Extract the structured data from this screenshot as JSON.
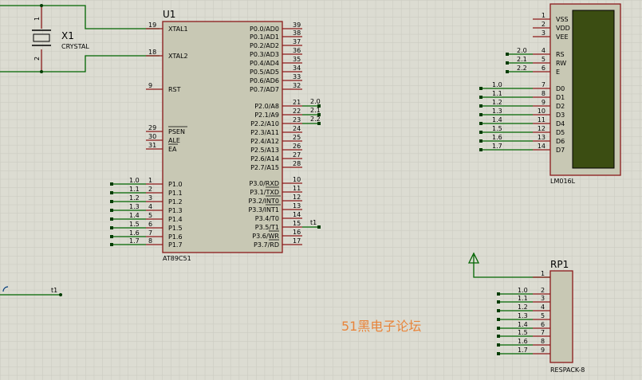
{
  "watermark": "51黑电子论坛",
  "colors": {
    "grid": "#c9c9bf",
    "pin": "#8b1a1a",
    "wire": "#006400",
    "body": "#c8c8b4",
    "lcd": "#3b4d12",
    "dot": "#003c00"
  },
  "crystal": {
    "ref": "X1",
    "value": "CRYSTAL",
    "pin1": "1",
    "pin2": "2"
  },
  "mcu": {
    "ref": "U1",
    "part": "AT89C51",
    "left_pins": [
      {
        "num": "19",
        "name": "XTAL1"
      },
      {
        "num": "18",
        "name": "XTAL2"
      },
      {
        "num": "9",
        "name": "RST"
      },
      {
        "num": "29",
        "name": "PSEN"
      },
      {
        "num": "30",
        "name": "ALE"
      },
      {
        "num": "31",
        "name": "EA"
      },
      {
        "num": "1",
        "name": "P1.0",
        "net": "1.0"
      },
      {
        "num": "2",
        "name": "P1.1",
        "net": "1.1"
      },
      {
        "num": "3",
        "name": "P1.2",
        "net": "1.2"
      },
      {
        "num": "4",
        "name": "P1.3",
        "net": "1.3"
      },
      {
        "num": "5",
        "name": "P1.4",
        "net": "1.4"
      },
      {
        "num": "6",
        "name": "P1.5",
        "net": "1.5"
      },
      {
        "num": "7",
        "name": "P1.6",
        "net": "1.6"
      },
      {
        "num": "8",
        "name": "P1.7",
        "net": "1.7"
      }
    ],
    "right_pins": [
      {
        "num": "39",
        "name": "P0.0/AD0"
      },
      {
        "num": "38",
        "name": "P0.1/AD1"
      },
      {
        "num": "37",
        "name": "P0.2/AD2"
      },
      {
        "num": "36",
        "name": "P0.3/AD3"
      },
      {
        "num": "35",
        "name": "P0.4/AD4"
      },
      {
        "num": "34",
        "name": "P0.5/AD5"
      },
      {
        "num": "33",
        "name": "P0.6/AD6"
      },
      {
        "num": "32",
        "name": "P0.7/AD7"
      },
      {
        "num": "21",
        "name": "P2.0/A8",
        "net": "2.0"
      },
      {
        "num": "22",
        "name": "P2.1/A9",
        "net": "2.1"
      },
      {
        "num": "23",
        "name": "P2.2/A10",
        "net": "2.2"
      },
      {
        "num": "24",
        "name": "P2.3/A11"
      },
      {
        "num": "25",
        "name": "P2.4/A12"
      },
      {
        "num": "26",
        "name": "P2.5/A13"
      },
      {
        "num": "27",
        "name": "P2.6/A14"
      },
      {
        "num": "28",
        "name": "P2.7/A15"
      },
      {
        "num": "10",
        "name": "P3.0/RXD"
      },
      {
        "num": "11",
        "name": "P3.1/TXD"
      },
      {
        "num": "12",
        "name": "P3.2/INT0"
      },
      {
        "num": "13",
        "name": "P3.3/INT1"
      },
      {
        "num": "14",
        "name": "P3.4/T0"
      },
      {
        "num": "15",
        "name": "P3.5/T1",
        "net": "t1"
      },
      {
        "num": "16",
        "name": "P3.6/WR"
      },
      {
        "num": "17",
        "name": "P3.7/RD"
      }
    ]
  },
  "lcd": {
    "part": "LM016L",
    "pins": [
      {
        "num": "1",
        "name": "VSS"
      },
      {
        "num": "2",
        "name": "VDD"
      },
      {
        "num": "3",
        "name": "VEE"
      },
      {
        "num": "4",
        "name": "RS",
        "net": "2.0"
      },
      {
        "num": "5",
        "name": "RW",
        "net": "2.1"
      },
      {
        "num": "6",
        "name": "E",
        "net": "2.2"
      },
      {
        "num": "7",
        "name": "D0",
        "net": "1.0"
      },
      {
        "num": "8",
        "name": "D1",
        "net": "1.1"
      },
      {
        "num": "9",
        "name": "D2",
        "net": "1.2"
      },
      {
        "num": "10",
        "name": "D3",
        "net": "1.3"
      },
      {
        "num": "11",
        "name": "D4",
        "net": "1.4"
      },
      {
        "num": "12",
        "name": "D5",
        "net": "1.5"
      },
      {
        "num": "13",
        "name": "D6",
        "net": "1.6"
      },
      {
        "num": "14",
        "name": "D7",
        "net": "1.7"
      }
    ]
  },
  "respack": {
    "ref": "RP1",
    "part": "RESPACK-8",
    "pins": [
      {
        "num": "1"
      },
      {
        "num": "2",
        "net": "1.0"
      },
      {
        "num": "3",
        "net": "1.1"
      },
      {
        "num": "4",
        "net": "1.2"
      },
      {
        "num": "5",
        "net": "1.3"
      },
      {
        "num": "6",
        "net": "1.4"
      },
      {
        "num": "7",
        "net": "1.5"
      },
      {
        "num": "8",
        "net": "1.6"
      },
      {
        "num": "9",
        "net": "1.7"
      }
    ]
  },
  "left_net": "t1"
}
